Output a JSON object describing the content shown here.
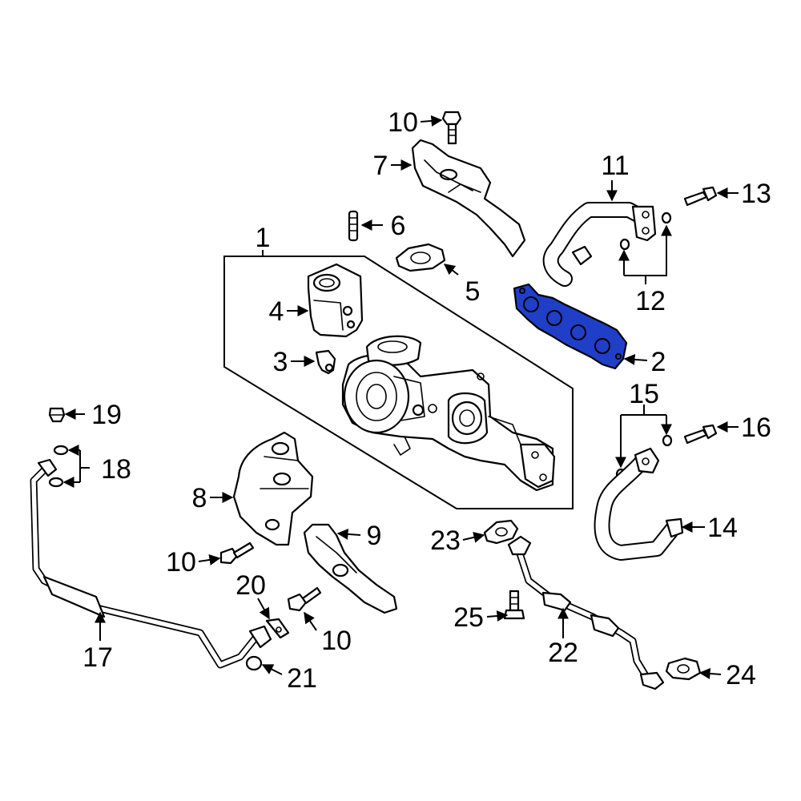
{
  "diagram": {
    "highlight_color": "#1f3fc8",
    "line_color": "#000000",
    "background": "#ffffff",
    "callouts": {
      "c1": "1",
      "c2": "2",
      "c3": "3",
      "c4": "4",
      "c5": "5",
      "c6": "6",
      "c7": "7",
      "c8": "8",
      "c9": "9",
      "c10a": "10",
      "c10b": "10",
      "c10c": "10",
      "c11": "11",
      "c12": "12",
      "c13": "13",
      "c14": "14",
      "c15": "15",
      "c16": "16",
      "c17": "17",
      "c18": "18",
      "c19": "19",
      "c20": "20",
      "c21": "21",
      "c22": "22",
      "c23": "23",
      "c24": "24",
      "c25": "25"
    }
  }
}
